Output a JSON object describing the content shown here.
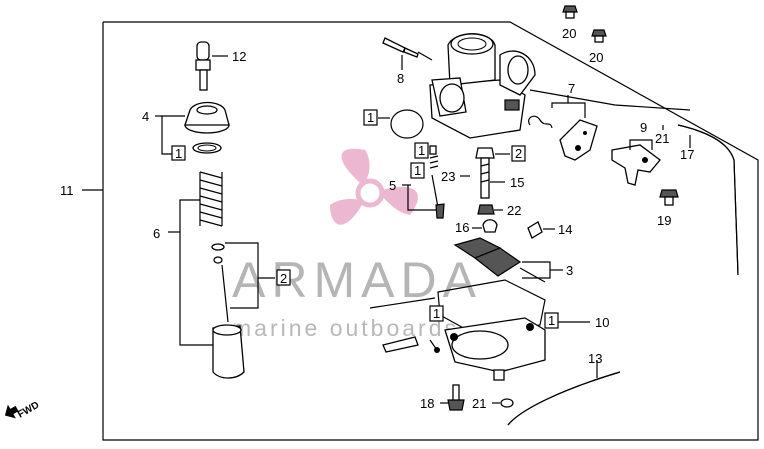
{
  "watermark": {
    "brand": "ARMADA",
    "tagline": "marine outboards",
    "logo_color": "#e7a6c6"
  },
  "orientation_label": "FWD",
  "callouts": [
    "1",
    "2",
    "3",
    "4",
    "5",
    "6",
    "7",
    "8",
    "9",
    "10",
    "11",
    "12",
    "13",
    "14",
    "15",
    "16",
    "17",
    "18",
    "19",
    "20",
    "21",
    "22",
    "23"
  ],
  "boxed_callouts": [
    "1",
    "2"
  ]
}
